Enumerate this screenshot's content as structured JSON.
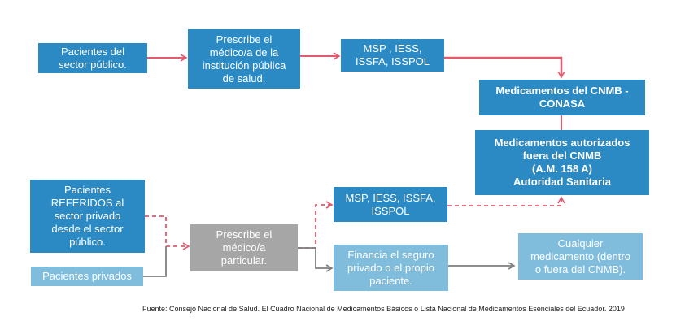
{
  "boxes": {
    "public_patients": "Pacientes del\nsector público.",
    "prescribe_institution": "Prescribe el\nmédico/a de la\ninstitución pública\nde salud.",
    "institutions_top": "MSP ,  IESS,\nISSFA, ISSPOL",
    "cnmb_conasa": "Medicamentos del CNMB -\nCONASA",
    "authorized_outside": "Medicamentos autorizados\nfuera del CNMB\n(A.M. 158 A)\nAutoridad Sanitaria",
    "referred_patients": "Pacientes\nREFERIDOS al\nsector privado\ndesde el sector\npúblico.",
    "private_patients": "Pacientes privados",
    "prescribe_private": "Prescribe el\nmédico/a\nparticular.",
    "institutions_bottom": "MSP, IESS, ISSFA,\nISSPOL",
    "financing": "Financia el seguro\nprivado o el propio\npaciente.",
    "any_medication": "Cualquier\nmedicamento (dentro\no fuera del CNMB)."
  },
  "source": "Fuente: Consejo Nacional de Salud. El Cuadro Nacional de Medicamentos Básicos o Lista Nacional de Medicamentos Esenciales del Ecuador. 2019",
  "colors": {
    "dark_box": "#2b8ac4",
    "light_box": "#80bddd",
    "grey_box": "#a6a6a6",
    "pink_arrow": "#e15a6e",
    "grey_arrow": "#7f7f7f"
  }
}
